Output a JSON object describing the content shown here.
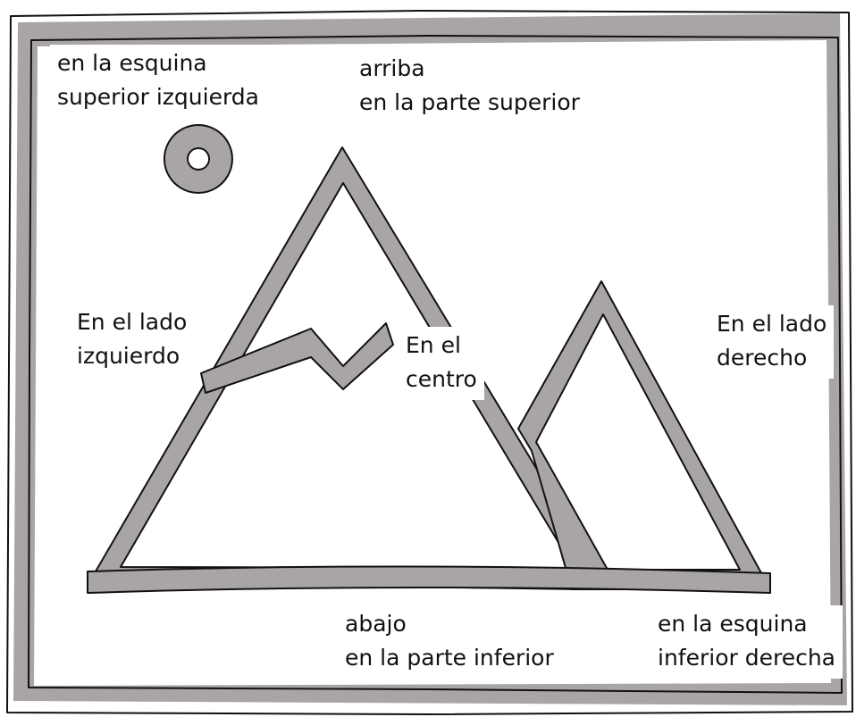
{
  "labels": {
    "top_left": {
      "line1": "en la esquina",
      "line2": "superior izquierda"
    },
    "top": {
      "line1": "arriba",
      "line2": "en la parte superior"
    },
    "left": {
      "line1": "En el lado",
      "line2": "izquierdo"
    },
    "center": {
      "line1": "En el",
      "line2": "centro"
    },
    "right": {
      "line1": "En el lado",
      "line2": "derecho"
    },
    "bottom": {
      "line1": "abajo",
      "line2": "en la parte inferior"
    },
    "bottom_right": {
      "line1": "en la esquina",
      "line2": "inferior derecha"
    }
  },
  "colors": {
    "stroke_fill": "#aaa5a5",
    "outline": "#111111",
    "background": "#ffffff"
  }
}
